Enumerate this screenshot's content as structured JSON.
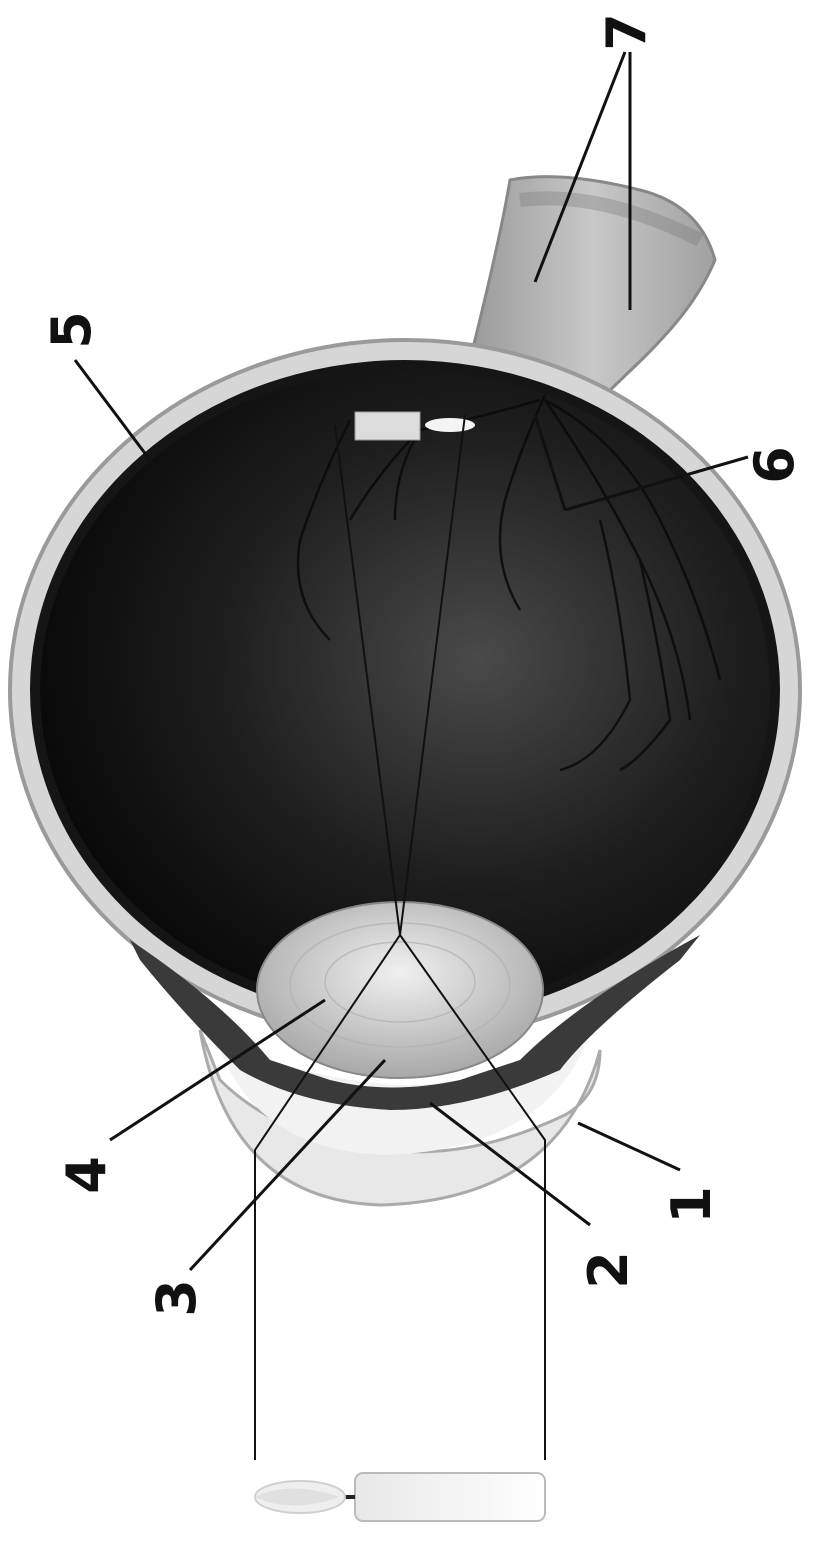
{
  "labels": {
    "n1": "1",
    "n2": "2",
    "n3": "3",
    "n4": "4",
    "n5": "5",
    "n6": "6",
    "n7": "7"
  },
  "colors": {
    "background": "#ffffff",
    "sclera": "#d4d4d4",
    "interior": "#0a0a0a",
    "lens": "#cfcfcf",
    "cornea": "#e6e6e6",
    "nerve": "#b8b8b8",
    "line": "#111111"
  }
}
